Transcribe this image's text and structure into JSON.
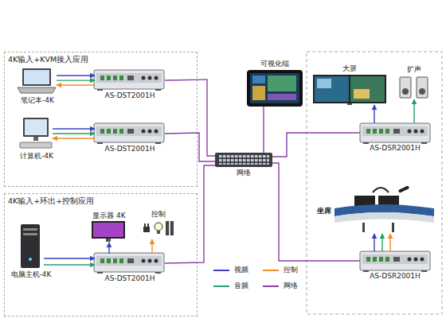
{
  "diagram": {
    "nodes": [
      {
        "text": [
          "4K输入+KVM接入应用"
        ]
      },
      {
        "text": [
          "笔记本-4K"
        ],
        "in": 0
      },
      {
        "text": [
          "AS-DST2001H"
        ],
        "in": 0
      },
      {
        "text": [
          "计算机-4K"
        ],
        "in": 0
      },
      {
        "text": [
          "AS-DST2001H"
        ],
        "in": 0
      },
      {
        "text": [
          "4K输入+环出+控制应用"
        ]
      },
      {
        "text": [
          "电脑主机-4K"
        ],
        "in": 5
      },
      {
        "text": [
          "显示器 4K"
        ],
        "in": 5
      },
      {
        "text": [
          "控制"
        ],
        "in": 5
      },
      {
        "text": [
          "AS-DST2001H"
        ],
        "in": 5
      },
      {
        "text": [
          "可视化端"
        ]
      },
      {
        "text": [
          "网络"
        ]
      },
      {
        "text": [
          "大屏"
        ]
      },
      {
        "text": [
          "扩声"
        ]
      },
      {
        "text": [
          "AS-DSR2001H"
        ]
      },
      {
        "text": [
          "坐席"
        ]
      },
      {
        "text": [
          "AS-DSR2001H"
        ]
      }
    ],
    "edges": [
      {
        "from": 1,
        "to": 2,
        "arrow": "to"
      },
      {
        "from": 1,
        "to": 2,
        "arrow": "to"
      },
      {
        "from": 2,
        "to": 1,
        "arrow": "to"
      },
      {
        "from": 3,
        "to": 4,
        "arrow": "to"
      },
      {
        "from": 3,
        "to": 4,
        "arrow": "to"
      },
      {
        "from": 4,
        "to": 3,
        "arrow": "to"
      },
      {
        "from": 2,
        "to": 11,
        "arrow": "none"
      },
      {
        "from": 4,
        "to": 11,
        "arrow": "none"
      },
      {
        "from": 9,
        "to": 11,
        "arrow": "none"
      },
      {
        "from": 10,
        "to": 11,
        "arrow": "none"
      },
      {
        "from": 11,
        "to": 14,
        "arrow": "none"
      },
      {
        "from": 11,
        "to": 16,
        "arrow": "none"
      },
      {
        "from": 6,
        "to": 9,
        "arrow": "to"
      },
      {
        "from": 6,
        "to": 9,
        "arrow": "to"
      },
      {
        "from": 9,
        "to": 7,
        "arrow": "to"
      },
      {
        "from": 9,
        "to": 8,
        "arrow": "to"
      },
      {
        "from": 14,
        "to": 12,
        "arrow": "to"
      },
      {
        "from": 14,
        "to": 13,
        "arrow": "to"
      },
      {
        "from": 16,
        "to": 15,
        "arrow": "to"
      },
      {
        "from": 16,
        "to": 15,
        "arrow": "to"
      },
      {
        "from": 16,
        "to": 15,
        "arrow": "to"
      }
    ],
    "legend": [
      {
        "text": "视频"
      },
      {
        "text": "控制"
      },
      {
        "text": "音频"
      },
      {
        "text": "网络"
      }
    ]
  }
}
